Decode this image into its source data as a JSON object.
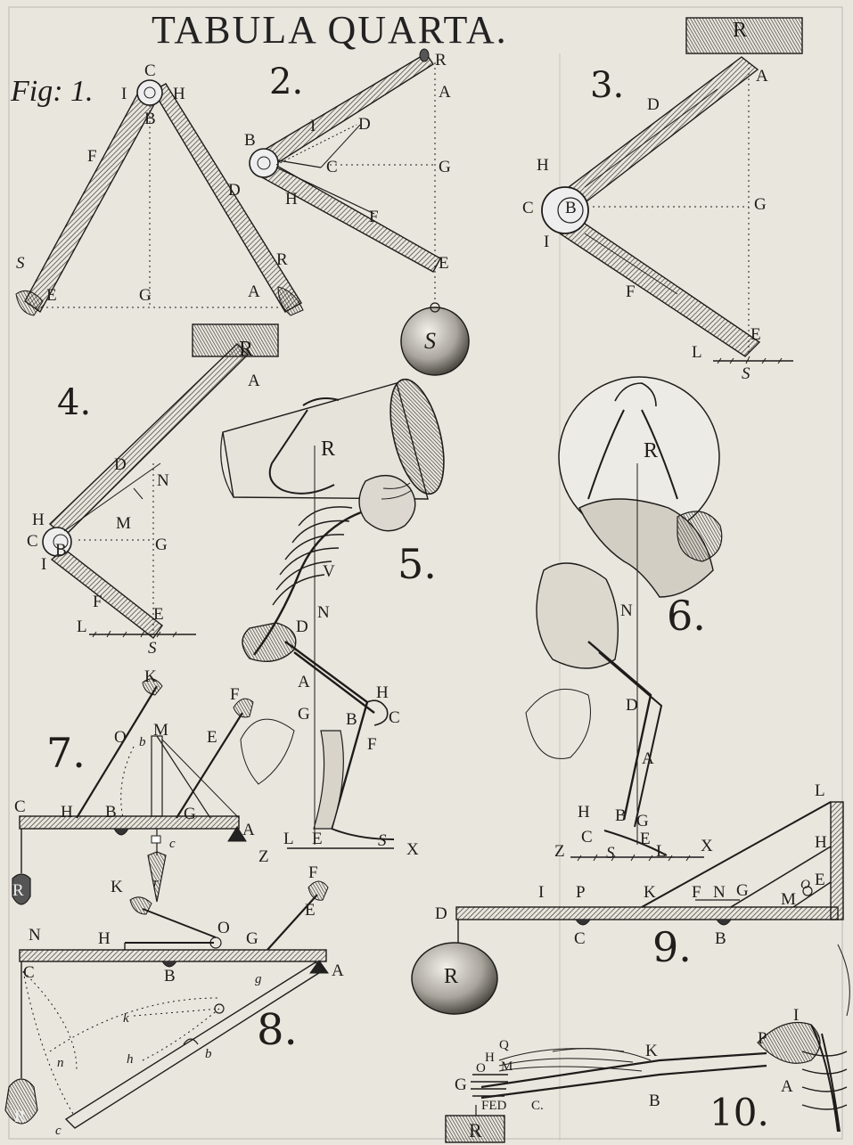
{
  "title": "TABULA QUARTA.",
  "fig_label": "Fig: 1.",
  "figure_numbers": [
    "2.",
    "3.",
    "4.",
    "5.",
    "6.",
    "7.",
    "8.",
    "9.",
    "10."
  ],
  "letters": {
    "f1": [
      "C",
      "I",
      "H",
      "B",
      "F",
      "D",
      "S",
      "R",
      "E",
      "G",
      "A"
    ],
    "f2": [
      "R",
      "A",
      "I",
      "D",
      "B",
      "C",
      "G",
      "H",
      "F",
      "E",
      "S"
    ],
    "f3": [
      "R",
      "A",
      "D",
      "H",
      "C",
      "B",
      "G",
      "I",
      "F",
      "E",
      "L",
      "S"
    ],
    "f4": [
      "R",
      "A",
      "D",
      "N",
      "M",
      "H",
      "C",
      "B",
      "G",
      "I",
      "F",
      "E",
      "L",
      "S"
    ],
    "f5": [
      "R",
      "V",
      "N",
      "D",
      "A",
      "H",
      "G",
      "B",
      "C",
      "F",
      "L",
      "E",
      "S",
      "X"
    ],
    "f6": [
      "R",
      "N",
      "D",
      "A",
      "H",
      "B",
      "G",
      "C",
      "E",
      "Z",
      "S",
      "L",
      "X"
    ],
    "f7": [
      "K",
      "F",
      "O",
      "b",
      "M",
      "E",
      "C",
      "H",
      "B",
      "G",
      "A",
      "c",
      "Z",
      "R",
      "r"
    ],
    "f8": [
      "K",
      "F",
      "E",
      "N",
      "H",
      "O",
      "G",
      "C",
      "B",
      "A",
      "g",
      "k",
      "h",
      "b",
      "n",
      "c",
      "R"
    ],
    "f9": [
      "L",
      "H",
      "I",
      "P",
      "K",
      "F",
      "N",
      "G",
      "E",
      "M",
      "O",
      "D",
      "C",
      "B",
      "R"
    ],
    "f10": [
      "I",
      "P",
      "Q",
      "H",
      "M",
      "O",
      "K",
      "G",
      "A",
      "B",
      "FED",
      "C.",
      "R"
    ]
  },
  "colors": {
    "paper": "#e9e6de",
    "ink": "#1e1c1a",
    "hatch": "#5a5650"
  }
}
